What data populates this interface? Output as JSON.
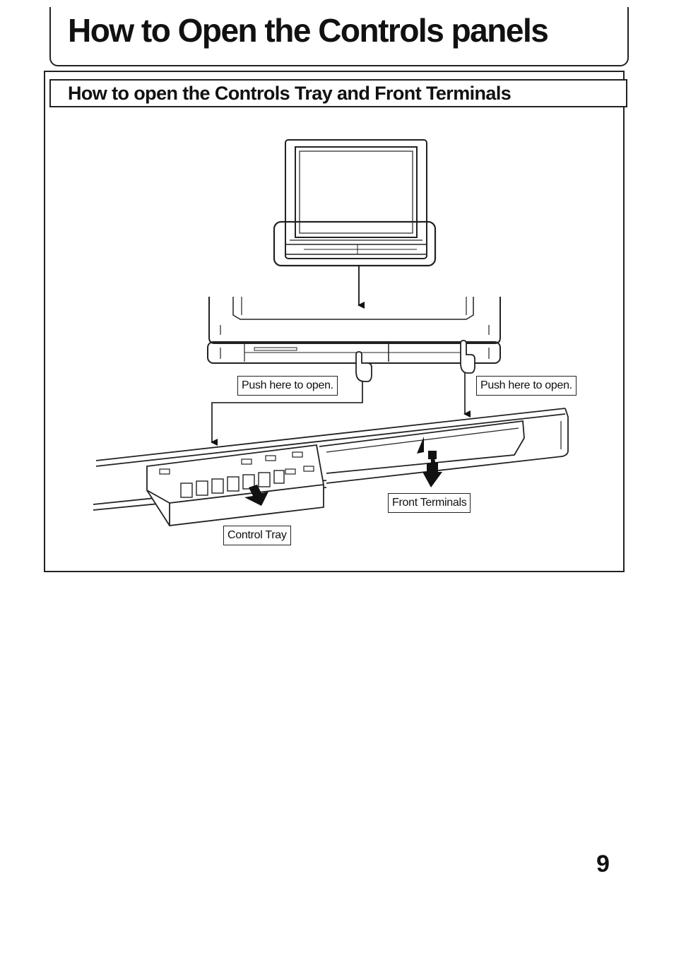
{
  "page": {
    "title": "How to Open the Controls panels",
    "number": "9"
  },
  "section": {
    "title": "How to open the Controls Tray and Front Terminals"
  },
  "callouts": {
    "push_left": "Push here to open.",
    "push_right": "Push here to open.",
    "front_terminals": "Front Terminals",
    "control_tray": "Control Tray"
  },
  "icons": {
    "tv": "tv-front-icon",
    "hand": "pointing-hand-icon",
    "arrow": "arrow-down-icon"
  }
}
